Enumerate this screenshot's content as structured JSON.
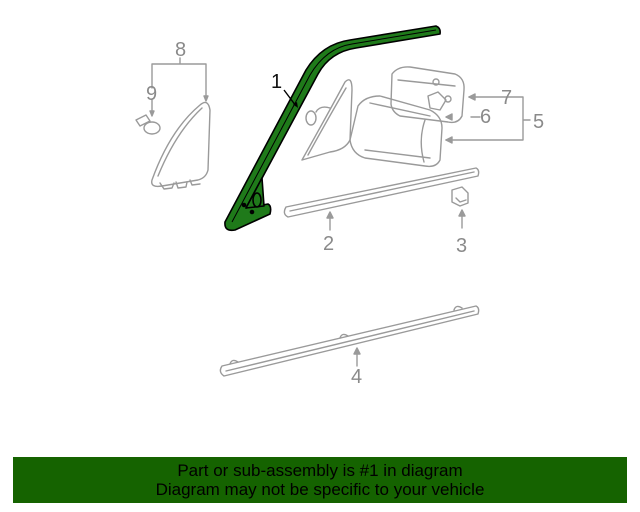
{
  "diagram": {
    "highlight_color": "#1f7a1a",
    "line_color": "#9a9a9a",
    "callouts": [
      {
        "id": "1",
        "label": "1",
        "highlighted": true
      },
      {
        "id": "2",
        "label": "2"
      },
      {
        "id": "3",
        "label": "3"
      },
      {
        "id": "4",
        "label": "4"
      },
      {
        "id": "5",
        "label": "5"
      },
      {
        "id": "6",
        "label": "6"
      },
      {
        "id": "7",
        "label": "7"
      },
      {
        "id": "8",
        "label": "8"
      },
      {
        "id": "9",
        "label": "9"
      }
    ]
  },
  "banner": {
    "line1": "Part or sub-assembly is #1 in diagram",
    "line2": "Diagram may not be specific to your vehicle",
    "background": "#156300"
  }
}
